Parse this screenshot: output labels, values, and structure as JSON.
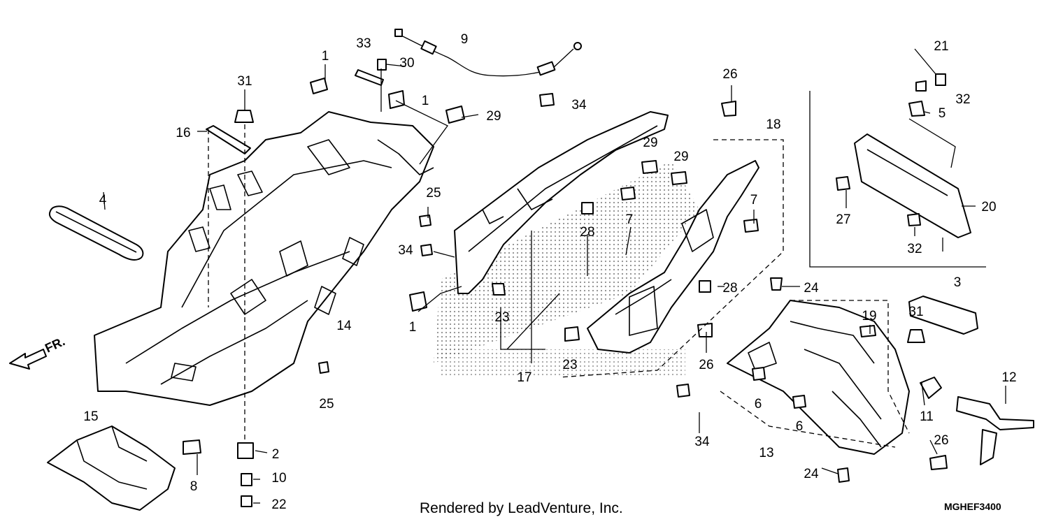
{
  "callouts": [
    "1",
    "1",
    "1",
    "2",
    "3",
    "4",
    "5",
    "6",
    "6",
    "7",
    "7",
    "8",
    "9",
    "10",
    "11",
    "12",
    "13",
    "14",
    "15",
    "16",
    "17",
    "18",
    "19",
    "20",
    "21",
    "22",
    "23",
    "23",
    "24",
    "24",
    "25",
    "25",
    "26",
    "26",
    "26",
    "27",
    "28",
    "28",
    "29",
    "29",
    "29",
    "30",
    "31",
    "31",
    "32",
    "32",
    "33",
    "34",
    "34",
    "34"
  ],
  "direction": "FR.",
  "credit": "Rendered by LeadVenture, Inc.",
  "diagram_code": "MGHEF3400"
}
